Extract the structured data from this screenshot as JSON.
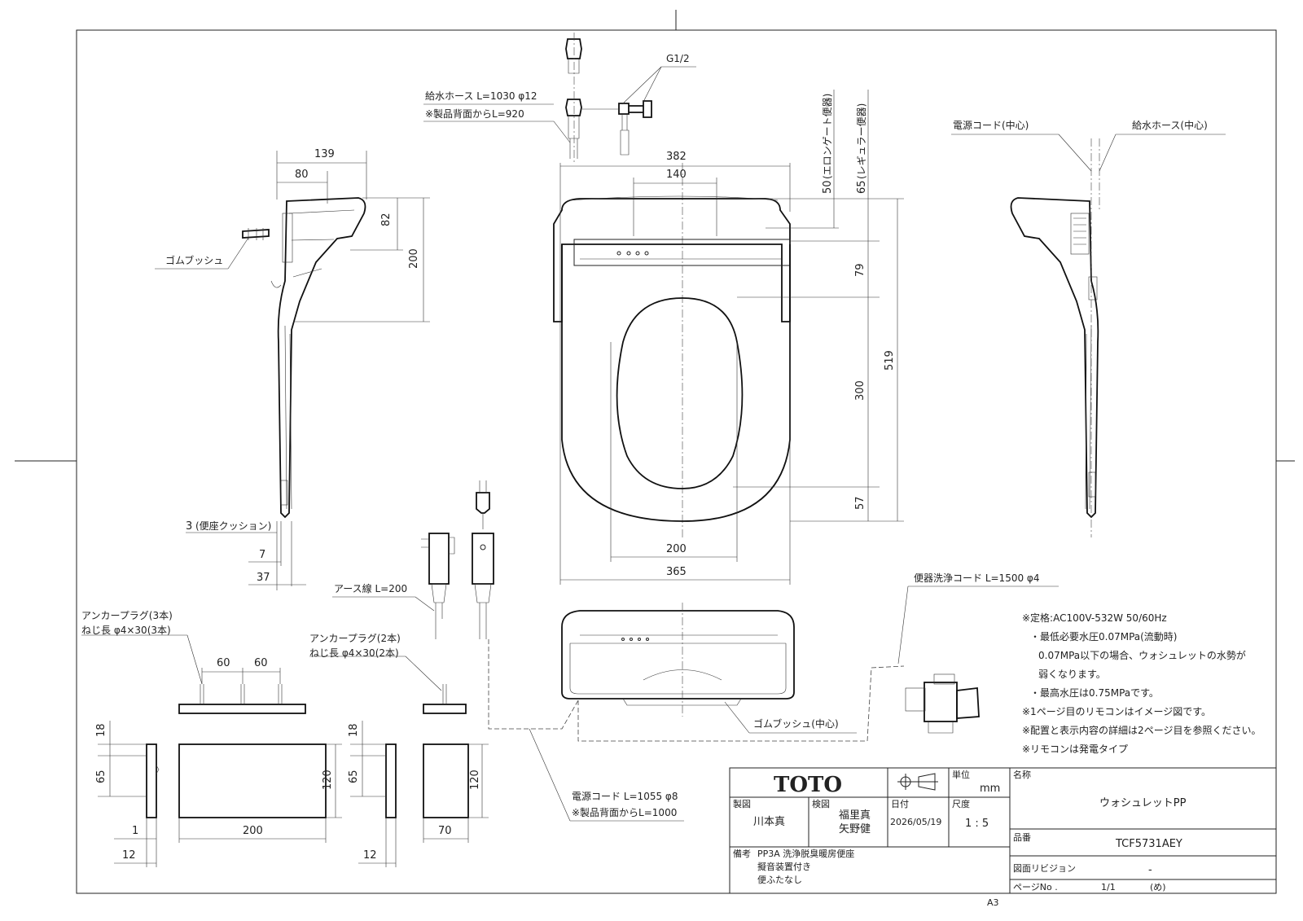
{
  "dimensions": {
    "side_139": "139",
    "side_80": "80",
    "side_82": "82",
    "side_200": "200",
    "top_382": "382",
    "top_140": "140",
    "r_50": "50",
    "r_65": "65",
    "r_79": "79",
    "r_300": "300",
    "r_519": "519",
    "r_57": "57",
    "bot_200": "200",
    "bot_365": "365",
    "side_3": "3",
    "side_7": "7",
    "side_37": "37",
    "a_60a": "60",
    "a_60b": "60",
    "p1_18": "18",
    "p1_65": "65",
    "p1_120": "120",
    "p1_200": "200",
    "p1_1": "1",
    "p1_12": "12",
    "p2_18": "18",
    "p2_65": "65",
    "p2_120": "120",
    "p2_70": "70",
    "p2_12": "12"
  },
  "labels": {
    "g12": "G1/2",
    "hose1": "給水ホース L=1030 φ12",
    "hose2": "※製品背面からL=920",
    "elongate": "(エロンゲート便器)",
    "regular": "(レギュラー便器)",
    "gom": "ゴムブッシュ",
    "cord_center": "電源コード(中心)",
    "hose_center": "給水ホース(中心)",
    "cushion": "(便座クッション)",
    "earth": "アース線 L=200",
    "anchor3_1": "アンカープラグ(3本)",
    "anchor3_2": "ねじ長 φ4×30(3本)",
    "anchor2_1": "アンカープラグ(2本)",
    "anchor2_2": "ねじ長 φ4×30(2本)",
    "flush_cord": "便器洗浄コード L=1500 φ4",
    "gom_center": "ゴムブッシュ(中心)",
    "power1": "電源コード L=1055 φ8",
    "power2": "※製品背面からL=1000"
  },
  "notes": [
    "※定格:AC100V-532W 50/60Hz",
    "・最低必要水圧0.07MPa(流動時)",
    "0.07MPa以下の場合、ウォシュレットの水勢が",
    "弱くなります。",
    "・最高水圧は0.75MPaです。",
    "※1ページ目のリモコンはイメージ図です。",
    "※配置と表示内容の詳細は2ページ目を参照ください。",
    "※リモコンは発電タイプ"
  ],
  "titleblock": {
    "logo": "TOTO",
    "unit_label": "単位",
    "unit": "mm",
    "drawn_label": "製図",
    "drawn": "川本真",
    "checked_label": "検図",
    "checked1": "福里真",
    "checked2": "矢野健",
    "date_label": "日付",
    "date": "2026/05/19",
    "scale_label": "尺度",
    "scale": "1 : 5",
    "name_label": "名称",
    "name": "ウォシュレットPP",
    "part_label": "品番",
    "part": "TCF5731AEY",
    "rev_label": "図面リビジョン",
    "rev": "-",
    "remarks_label": "備考",
    "remarks": [
      "PP3A 洗浄脱臭暖房便座",
      "擬音装置付き",
      "便ふたなし"
    ],
    "page_label": "ページNo .",
    "page": "1/1",
    "mark": "(め)",
    "sheet": "A3"
  }
}
